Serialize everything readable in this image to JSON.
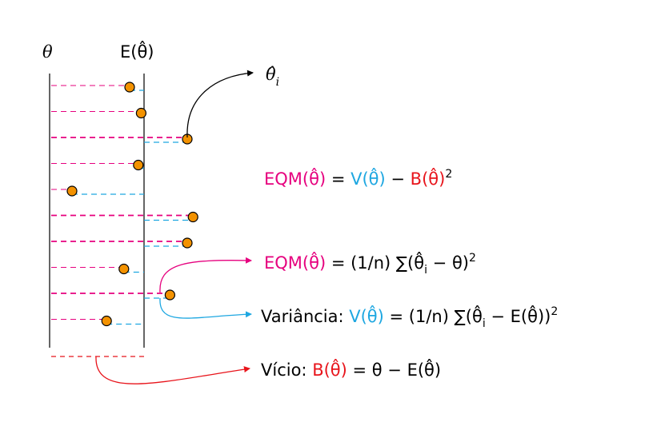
{
  "header": {
    "theta": "θ",
    "expectation": "E(θ̂)"
  },
  "estimate_label": {
    "symbol": "θ̂",
    "subscript": "i"
  },
  "points": [
    {
      "offset": -0.05
    },
    {
      "offset": -0.01
    },
    {
      "offset": 0.15
    },
    {
      "offset": -0.02
    },
    {
      "offset": -0.25
    },
    {
      "offset": 0.17
    },
    {
      "offset": 0.15
    },
    {
      "offset": -0.07
    },
    {
      "offset": 0.09
    },
    {
      "offset": -0.13
    }
  ],
  "formulas": {
    "eqm_decomp": {
      "lhs": "EQM(θ̂)",
      "eq": " = ",
      "var": "V(θ̂)",
      "minus": " − ",
      "bias": "B(θ̂)",
      "sq": "2"
    },
    "eqm_def": {
      "lhs": "EQM(θ̂)",
      "rhs": " = (1/n) ∑(θ̂",
      "sub": "i",
      "rhs2": " − θ)",
      "sq": "2"
    },
    "variance": {
      "label": "Variância: ",
      "lhs": "V(θ̂)",
      "rhs": " = (1/n) ∑(θ̂",
      "sub": "i",
      "rhs2": " − E(θ̂))",
      "sq": "2"
    },
    "bias": {
      "label": "Vício: ",
      "lhs": "B(θ̂)",
      "rhs": " = θ − E(θ̂)"
    }
  },
  "colors": {
    "eqm": "#e6007e",
    "variance": "#1ea7e1",
    "bias": "#e8141b",
    "point_fill": "#f39200"
  }
}
